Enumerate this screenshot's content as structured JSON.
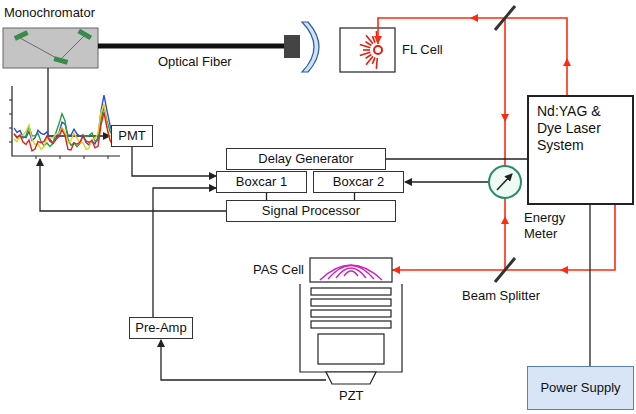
{
  "diagram": {
    "nodes": [
      {
        "text": [
          "PMT"
        ]
      },
      {
        "text": [
          "Delay Generator"
        ]
      },
      {
        "text": [
          "Boxcar 1"
        ]
      },
      {
        "text": [
          "Boxcar 2"
        ]
      },
      {
        "text": [
          "Signal Processor"
        ]
      },
      {
        "text": [
          "Nd:YAG & Dye Laser System"
        ]
      },
      {
        "text": [
          "Pre-Amp"
        ]
      },
      {
        "text": [
          "Power Supply"
        ]
      }
    ],
    "edges": [
      {
        "from": 0,
        "to": 2,
        "arrow": "to"
      },
      {
        "from": 1,
        "to": 5,
        "arrow": "none"
      },
      {
        "from": 2,
        "to": 4,
        "arrow": "none"
      },
      {
        "from": 3,
        "to": 4,
        "arrow": "none"
      },
      {
        "from": 6,
        "to": 2,
        "arrow": "to"
      },
      {
        "from": 5,
        "to": 7,
        "arrow": "none"
      }
    ],
    "labels": [
      "Monochromator",
      "Optical Fiber",
      "FL Cell",
      "Energy Meter",
      "Beam Splitter",
      "PAS Cell",
      "PZT"
    ]
  }
}
